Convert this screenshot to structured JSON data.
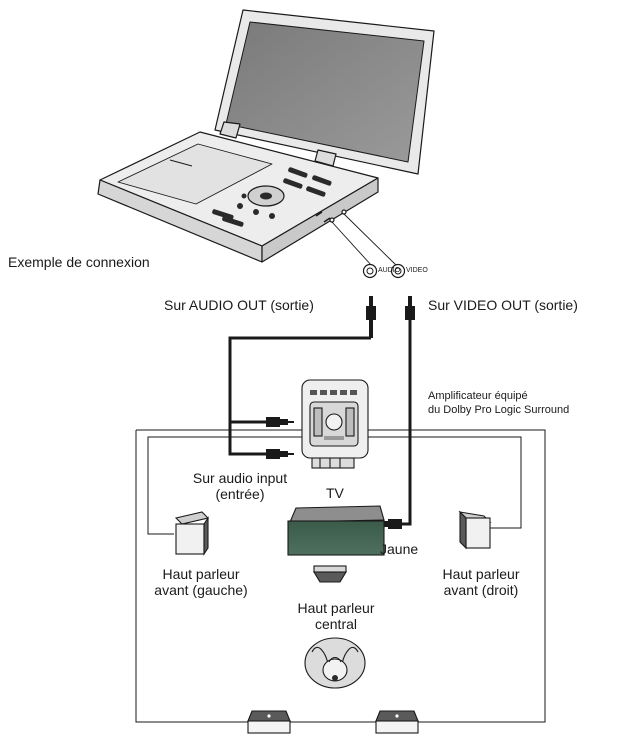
{
  "labels": {
    "example": "Exemple de connexion",
    "audio_out": "Sur AUDIO OUT (sortie)",
    "video_out": "Sur VIDEO OUT (sortie)",
    "amplifier_line1": "Amplificateur équipé",
    "amplifier_line2": "du Dolby Pro Logic Surround",
    "audio_input_line1": "Sur audio input",
    "audio_input_line2": "(entrée)",
    "tv": "TV",
    "jaune": "Jaune",
    "front_left_line1": "Haut parleur",
    "front_left_line2": "avant (gauche)",
    "front_right_line1": "Haut parleur",
    "front_right_line2": "avant (droit)",
    "center_line1": "Haut parleur",
    "center_line2": "central",
    "jack_audio": "AUDIO",
    "jack_video": "VIDEO"
  },
  "colors": {
    "line": "#1a1a1a",
    "body_fill": "#ececec",
    "screen_fill": "#8c8c8c",
    "tv_screen": "#3e5a4c",
    "device_grey": "#cfcfcf"
  }
}
